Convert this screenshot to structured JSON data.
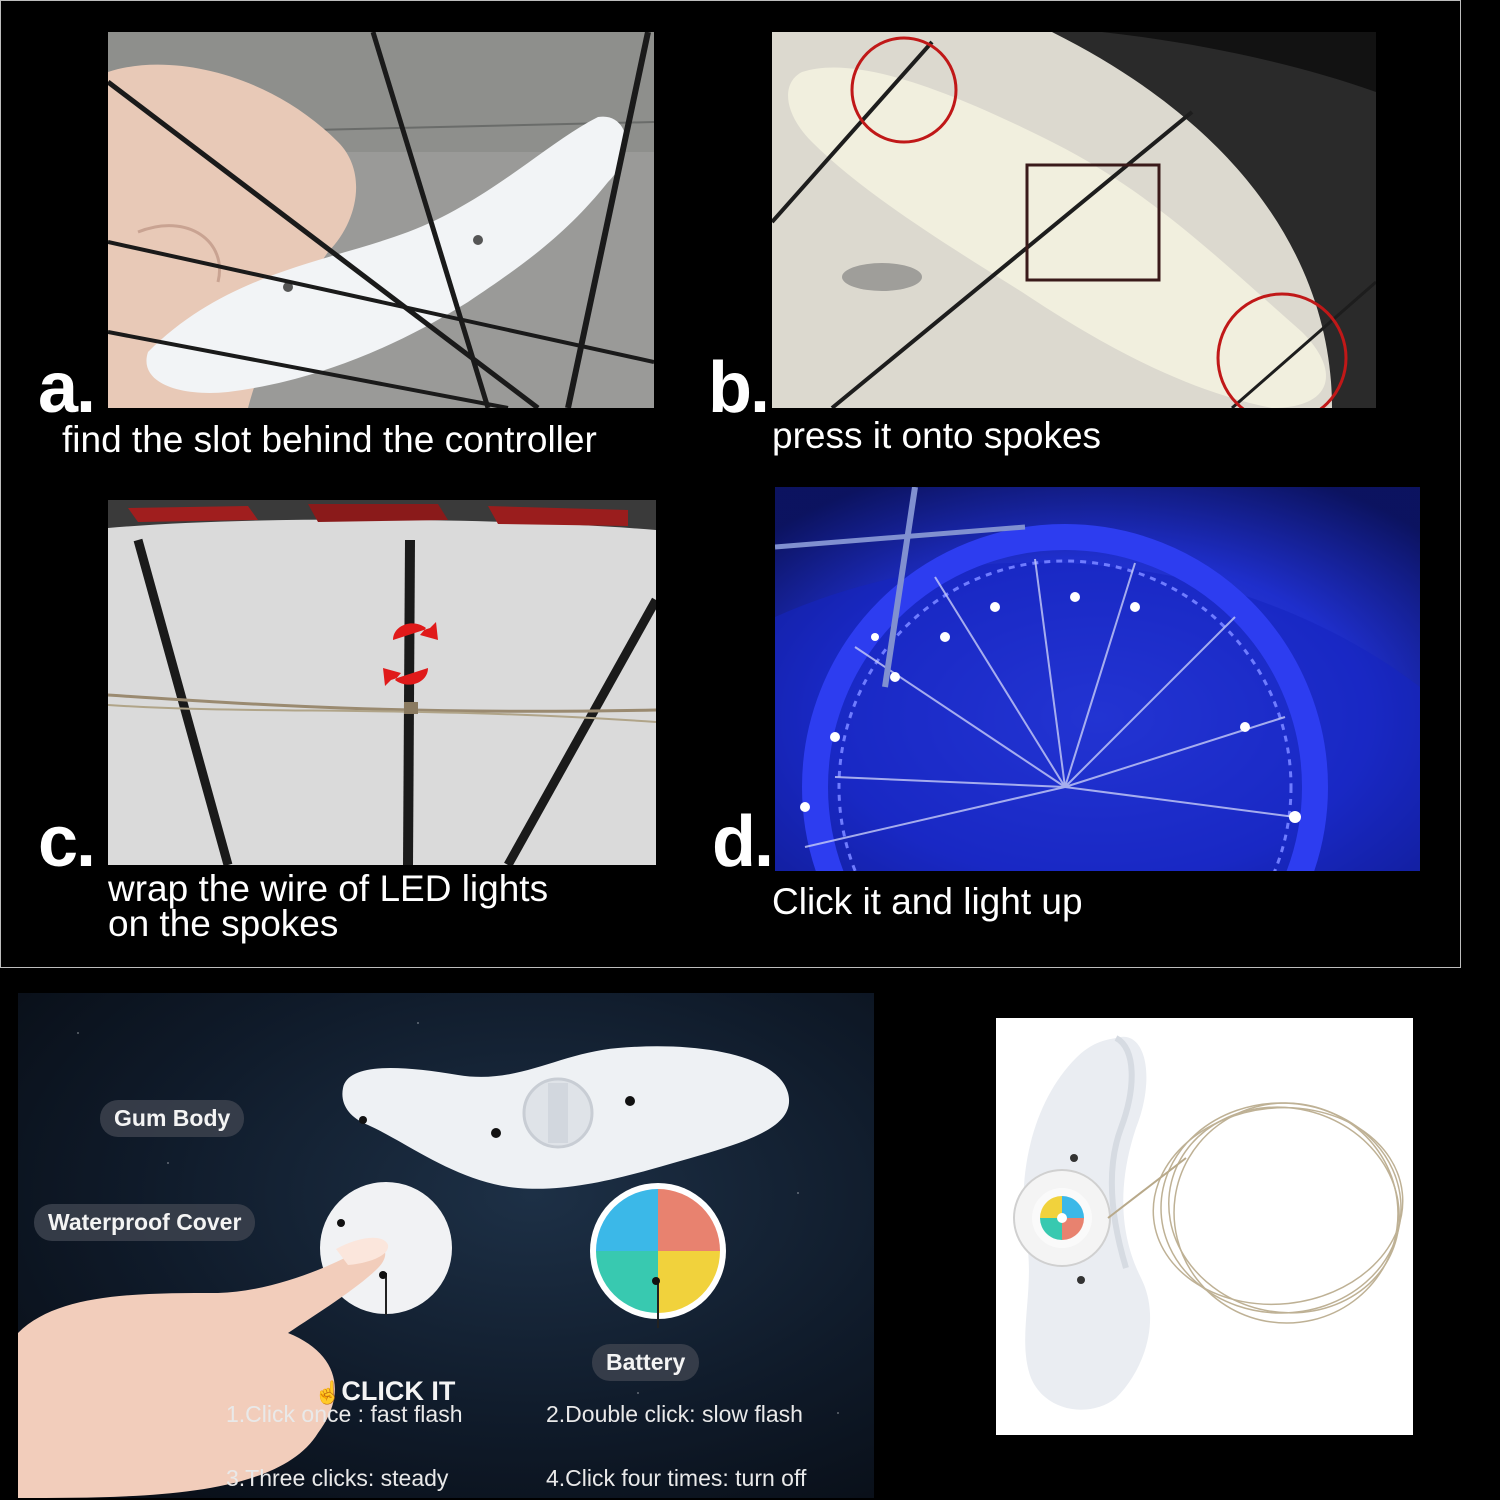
{
  "steps": [
    {
      "letter": "a.",
      "caption": "find the slot behind the controller"
    },
    {
      "letter": "b.",
      "caption": "press it onto spokes"
    },
    {
      "letter": "c.",
      "caption_line1": "wrap the wire of LED lights",
      "caption_line2": "on the spokes"
    },
    {
      "letter": "d.",
      "caption": "Click it and light up"
    }
  ],
  "diagram": {
    "gum_body_label": "Gum Body",
    "waterproof_cover_label": "Waterproof Cover",
    "battery_label": "Battery",
    "click_it_label": "CLICK IT",
    "click_icon": "hand-pointer-icon",
    "instructions": [
      "1.Click once : fast flash",
      "2.Double click: slow flash",
      "3.Three clicks: steady",
      "4.Click four times: turn off"
    ]
  },
  "colors": {
    "background": "#000000",
    "step_d_glow": "#1f2fd8",
    "battery_quadrants": [
      "#3bb8e8",
      "#e8826f",
      "#38c9b0",
      "#f1d23c"
    ],
    "marker_red": "#c01818"
  }
}
